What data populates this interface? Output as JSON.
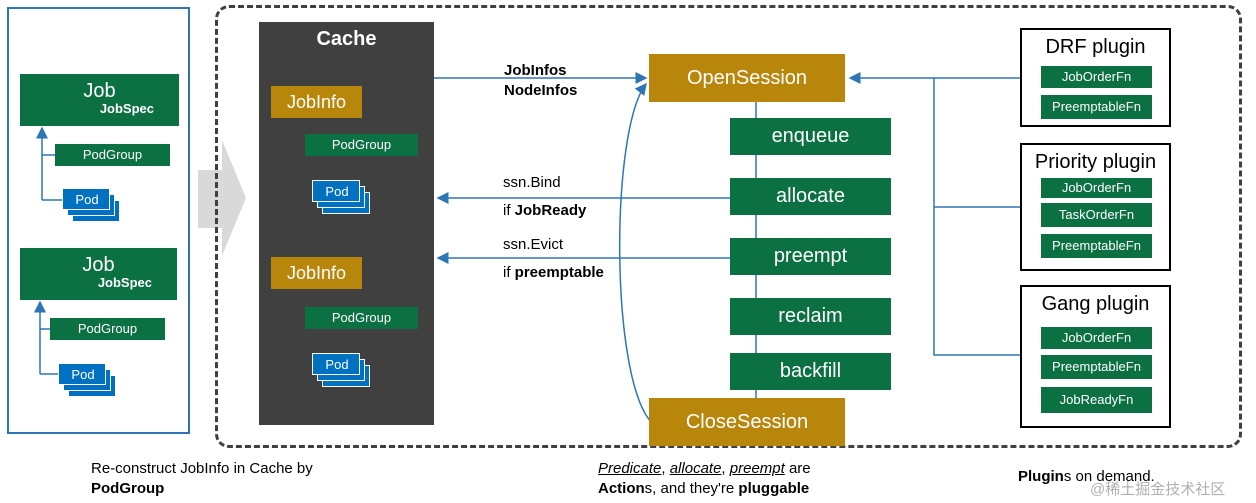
{
  "left_panel": {
    "jobs": [
      {
        "title": "Job",
        "spec": "JobSpec",
        "podgroup": "PodGroup",
        "pod": "Pod"
      },
      {
        "title": "Job",
        "spec": "JobSpec",
        "podgroup": "PodGroup",
        "pod": "Pod"
      }
    ],
    "caption_line1": "Re-construct JobInfo in Cache by",
    "caption_line2": "PodGroup"
  },
  "cache": {
    "title": "Cache",
    "jobinfos": [
      {
        "title": "JobInfo",
        "podgroup": "PodGroup",
        "pod": "Pod"
      },
      {
        "title": "JobInfo",
        "podgroup": "PodGroup",
        "pod": "Pod"
      }
    ]
  },
  "flows": {
    "top_label_1": "JobInfos",
    "top_label_2": "NodeInfos",
    "bind_label": "ssn.Bind",
    "bind_cond_prefix": "if ",
    "bind_cond": "JobReady",
    "evict_label": "ssn.Evict",
    "evict_cond_prefix": "if ",
    "evict_cond": "preemptable"
  },
  "session": {
    "open": "OpenSession",
    "close": "CloseSession",
    "actions": [
      "enqueue",
      "allocate",
      "preempt",
      "reclaim",
      "backfill"
    ],
    "caption": {
      "w1": "Predicate",
      "s1": ", ",
      "w2": "allocate",
      "s2": ", ",
      "w3": "preempt",
      "s3": " are",
      "w4": "Action",
      "s4": "s, and they're ",
      "w5": "pluggable"
    }
  },
  "plugins": [
    {
      "name": "DRF plugin",
      "fns": [
        "JobOrderFn",
        "PreemptableFn"
      ]
    },
    {
      "name": "Priority plugin",
      "fns": [
        "JobOrderFn",
        "TaskOrderFn",
        "PreemptableFn"
      ]
    },
    {
      "name": "Gang plugin",
      "fns": [
        "JobOrderFn",
        "PreemptableFn",
        "JobReadyFn"
      ]
    }
  ],
  "plugins_caption": {
    "bold": "Plugin",
    "rest": "s on demand."
  },
  "watermark": "@稀土掘金技术社区",
  "colors": {
    "green": "#0b7042",
    "gold": "#b8860b",
    "cache_bg": "#404040",
    "pod_blue": "#0070c0",
    "arrow_blue": "#2e75b6"
  }
}
